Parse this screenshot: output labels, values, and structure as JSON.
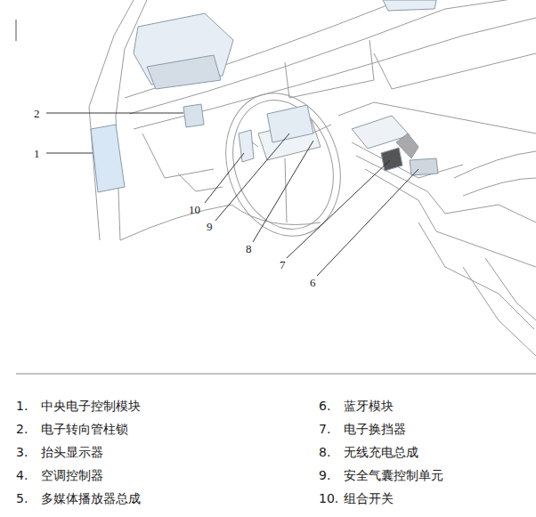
{
  "diagram": {
    "labels": [
      "2",
      "1",
      "10",
      "9",
      "8",
      "7",
      "6",
      "1.",
      "中央电子控制模块",
      "6.",
      "蓝牙模块",
      "2.",
      "电子转向管柱锁",
      "7.",
      "电子换挡器",
      "3.",
      "抬头显示器",
      "8.",
      "无线充电总成",
      "4.",
      "空调控制器",
      "9.",
      "安全气囊控制单元",
      "5.",
      "多媒体播放器总成",
      "10.",
      "组合开关"
    ]
  }
}
